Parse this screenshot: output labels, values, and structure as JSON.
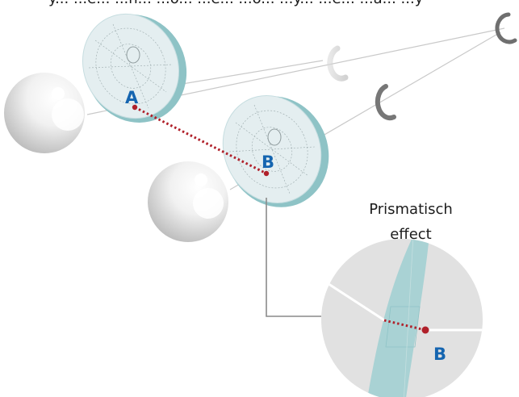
{
  "caption_fragment": "y... ...e... ...n... ...o... ...e... ...o... ...y... ...e... ...a... ...y",
  "labels": {
    "point_a": "A",
    "point_b": "B",
    "callout_line1": "Prismatisch",
    "callout_line2": "effect",
    "zoom_point_b": "B"
  },
  "colors": {
    "lens_face": "#e4eef0",
    "lens_edge": "#8ec3c6",
    "lens_zone": "#a9d2d4",
    "point_marker": "#b0202a",
    "label_blue": "#1565b0",
    "ring": "#6f6f6f",
    "callout_bg": "#e1e1e1"
  }
}
